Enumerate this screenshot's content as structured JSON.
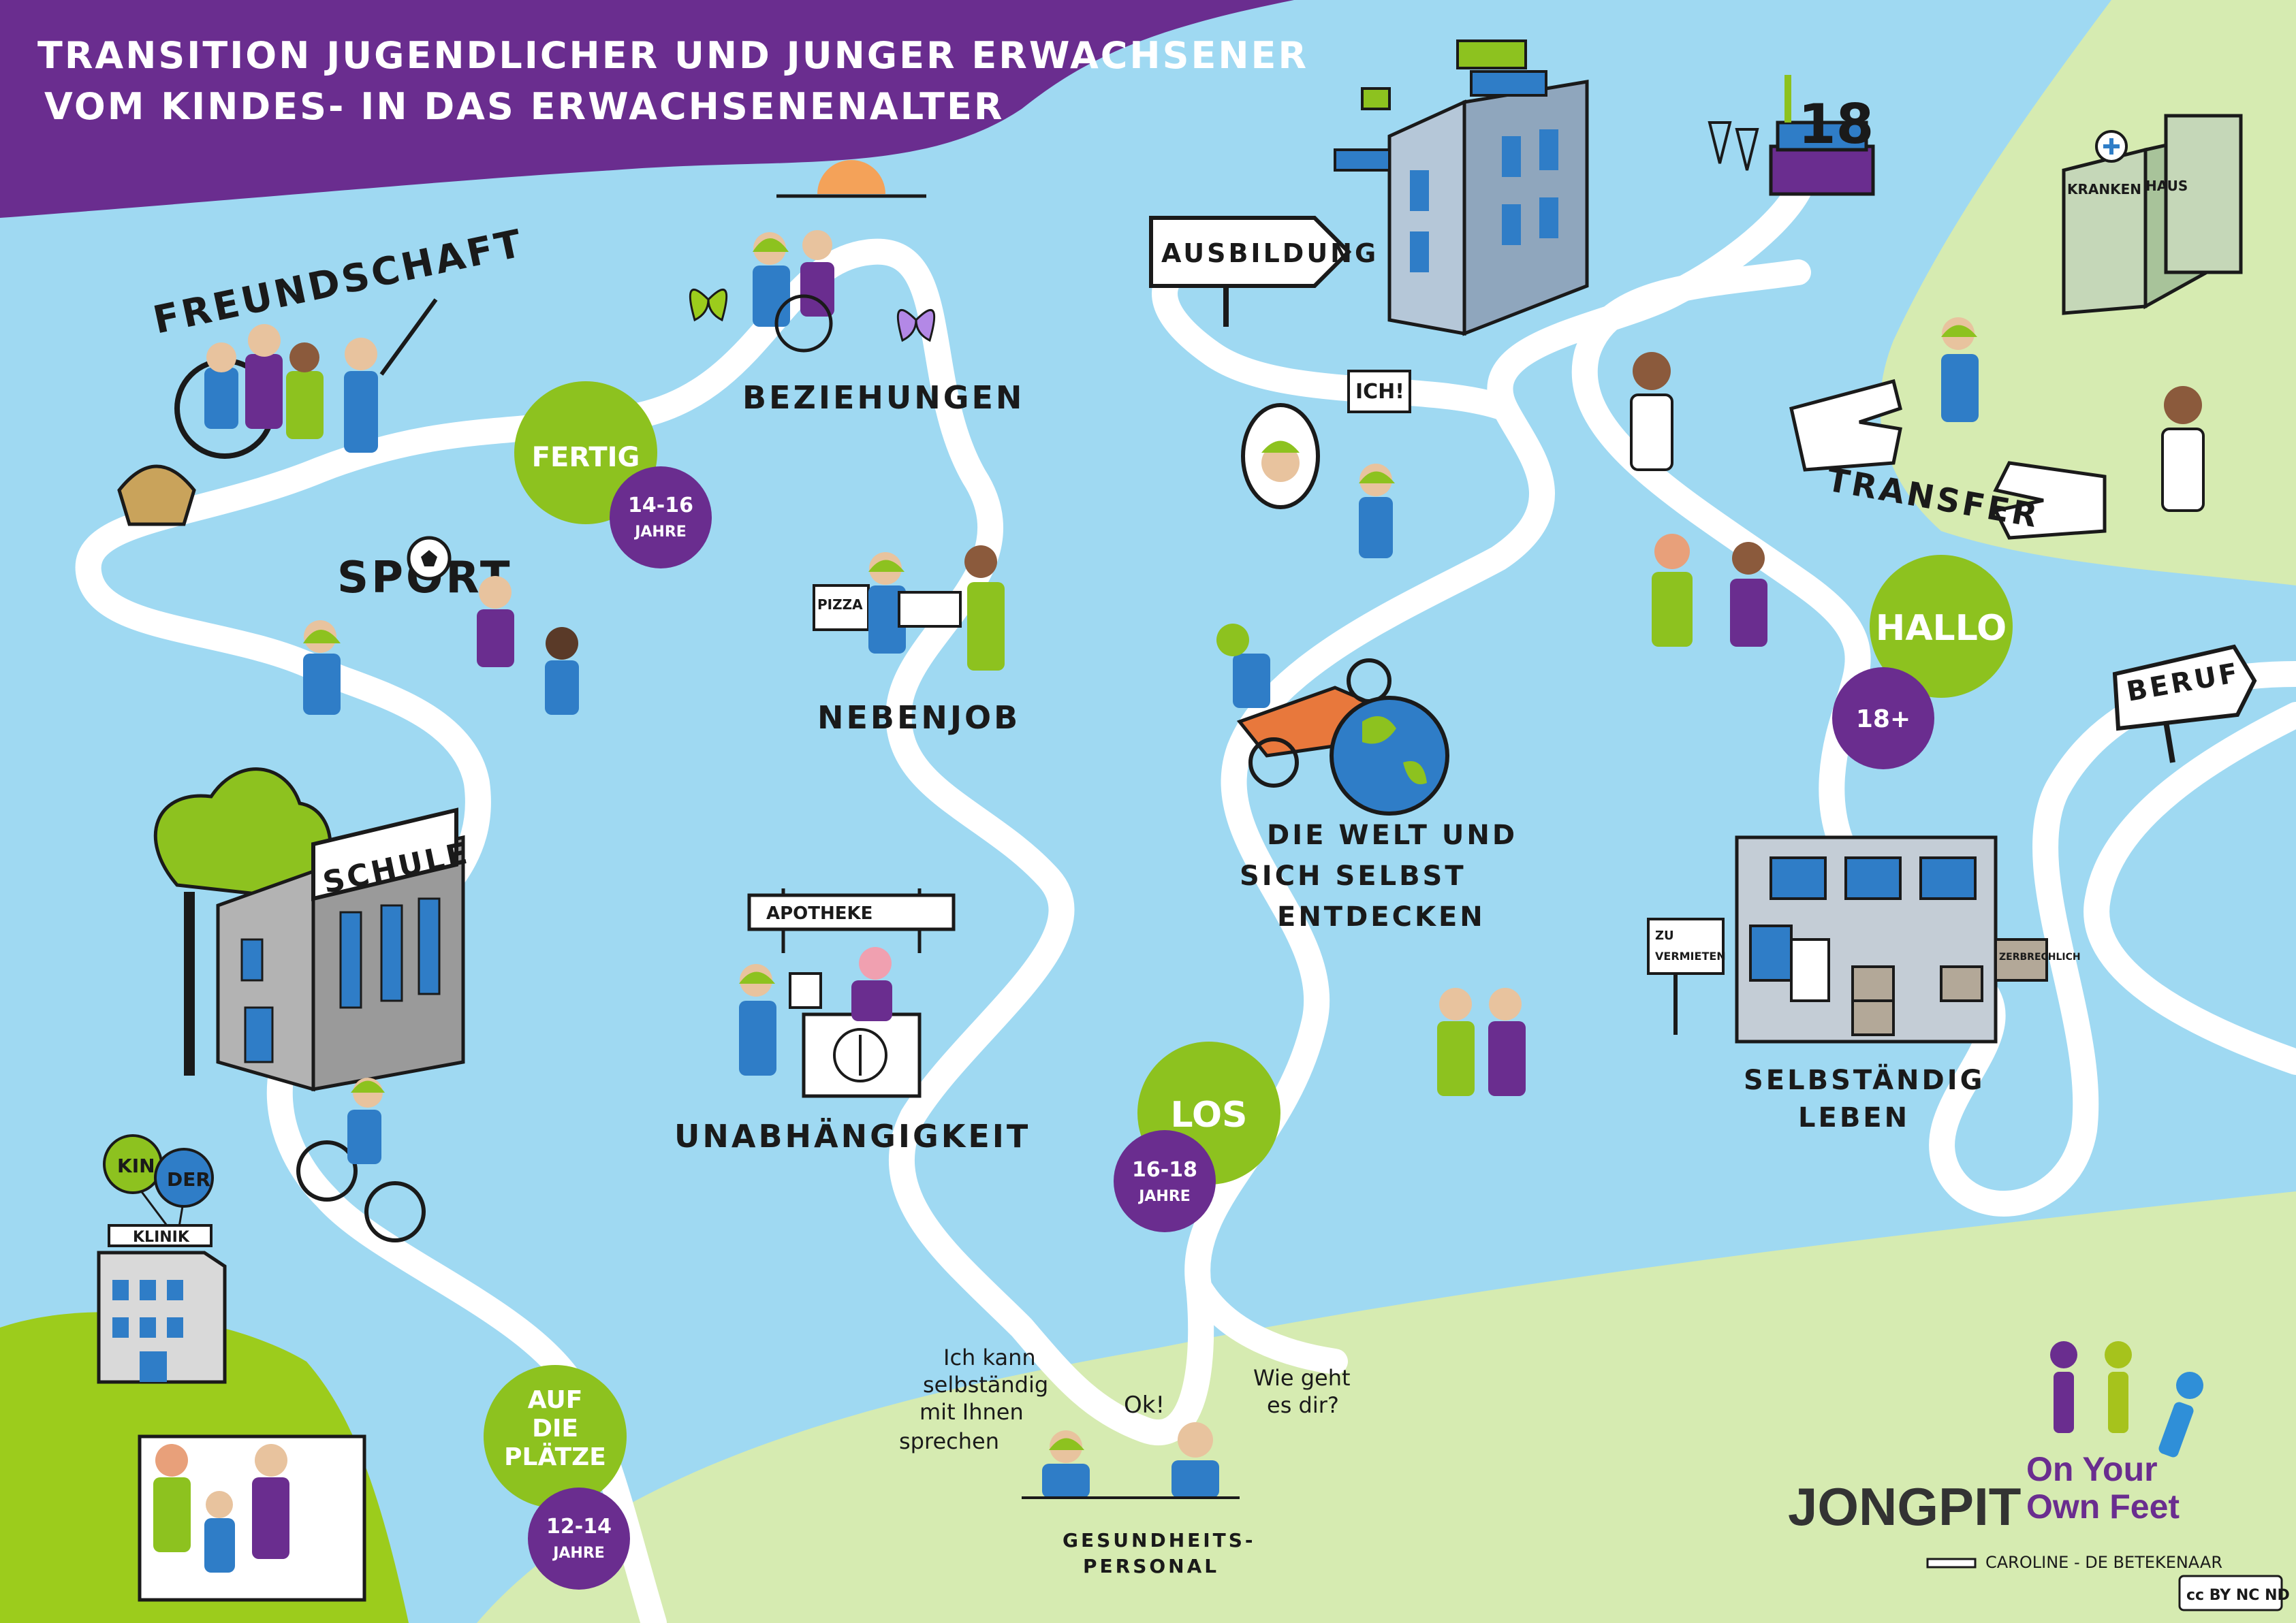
{
  "title": {
    "line1": "TRANSITION JUGENDLICHER UND JUNGER ERWACHSENER",
    "line2": "VOM KINDES- IN DAS ERWACHSENENALTER"
  },
  "colors": {
    "water": "#9fd9f2",
    "road": "#ffffff",
    "land": "#d6ebb1",
    "land_bright": "#9ccc1c",
    "purple": "#6a2d8f",
    "green": "#8dc21f"
  },
  "labels": {
    "freundschaft": "FREUNDSCHAFT",
    "sport": "SPORT",
    "beziehungen": "BEZIEHUNGEN",
    "nebenjob": "NEBENJOB",
    "pizza": "PIZZA",
    "schule": "SCHULE",
    "apotheke": "APOTHEKE",
    "unabhaengigkeit": "UNABHÄNGIGKEIT",
    "ausbildung": "AUSBILDUNG",
    "ich": "ICH!",
    "welt_line1": "DIE WELT UND",
    "welt_line2": "SICH SELBST",
    "welt_line3": "ENTDECKEN",
    "transfer": "TRANSFER",
    "krankenhaus_1": "KRANKEN",
    "krankenhaus_2": "HAUS",
    "beruf": "BERUF",
    "selbst_1": "SELBSTÄNDIG",
    "selbst_2": "LEBEN",
    "zu_vermieten_1": "ZU",
    "zu_vermieten_2": "VERMIETEN",
    "zerbrechlich": "ZERBRECHLICH",
    "kinderklinik_kin": "KIN",
    "kinderklinik_der": "DER",
    "klinik": "KLINIK",
    "gesundheit_1": "GESUNDHEITS-",
    "gesundheit_2": "PERSONAL",
    "speech_patient_1": "Ich kann",
    "speech_patient_2": "selbständig",
    "speech_patient_3": "mit Ihnen",
    "speech_patient_4": "sprechen",
    "speech_ok": "Ok!",
    "speech_staff_1": "Wie geht",
    "speech_staff_2": "es dir?",
    "cake_number": "18"
  },
  "stages": {
    "fertig": "FERTIG",
    "fertig_age_1": "14-16",
    "fertig_age_2": "JAHRE",
    "auf_1": "AUF",
    "auf_2": "DIE",
    "auf_3": "PLÄTZE",
    "auf_age_1": "12-14",
    "auf_age_2": "JAHRE",
    "los": "LOS",
    "los_age_1": "16-18",
    "los_age_2": "JAHRE",
    "hallo": "HALLO",
    "hallo_age": "18+"
  },
  "branding": {
    "jongpit": "JONGPIT",
    "oyof_1": "On Your",
    "oyof_2": "Own Feet",
    "credit": "CAROLINE - DE BETEKENAAR",
    "license": "cc BY NC ND"
  }
}
